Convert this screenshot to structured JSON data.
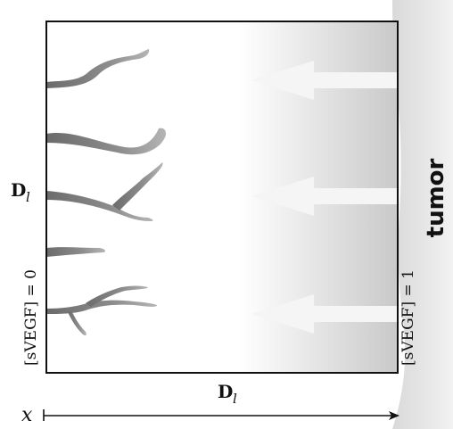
{
  "labels": {
    "tumor": "tumor",
    "dl_left_bold": "D",
    "dl_left_sub": "l",
    "dl_bottom_bold": "D",
    "dl_bottom_sub": "l",
    "svegf_left": "[sVEGF] = 0",
    "svegf_right": "[sVEGF] = 1",
    "x_axis": "x"
  },
  "colors": {
    "frame": "#111111",
    "tumor_fill": "#e8e8e8",
    "gradient_light": "#ffffff",
    "gradient_dark": "#cbcbcb",
    "arrow": "#f4f4f4",
    "vessel_dark": "#6f6f6f",
    "vessel_light": "#b8b8b8"
  },
  "icons": {
    "left_arrows": "left-arrow-icon",
    "axis_arrow": "right-arrow-icon"
  }
}
